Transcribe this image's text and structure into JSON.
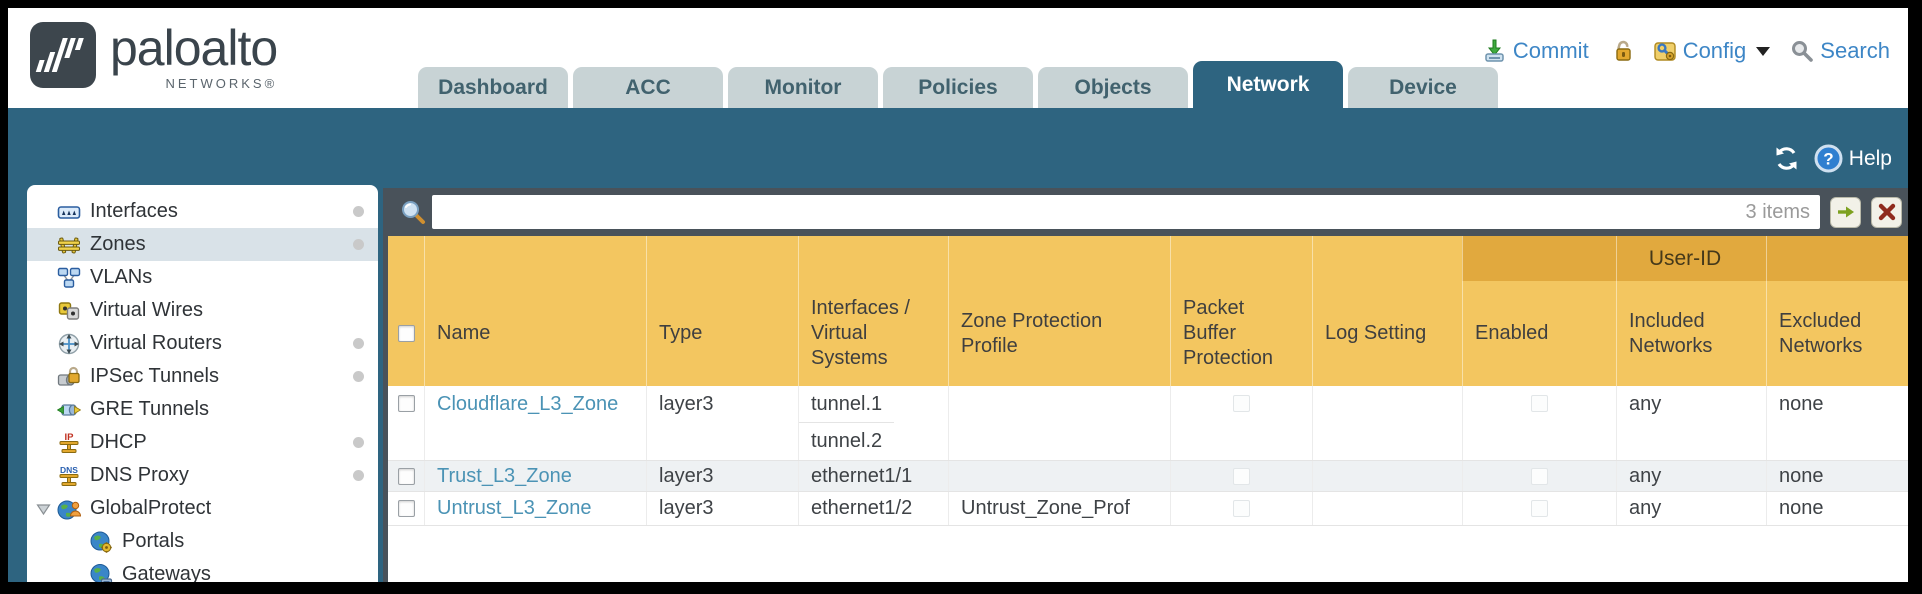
{
  "brand": {
    "name": "paloalto",
    "sub": "NETWORKS®"
  },
  "tabs": [
    {
      "label": "Dashboard",
      "active": false
    },
    {
      "label": "ACC",
      "active": false
    },
    {
      "label": "Monitor",
      "active": false
    },
    {
      "label": "Policies",
      "active": false
    },
    {
      "label": "Objects",
      "active": false
    },
    {
      "label": "Network",
      "active": true
    },
    {
      "label": "Device",
      "active": false
    }
  ],
  "header_actions": {
    "commit": "Commit",
    "config": "Config",
    "search": "Search"
  },
  "help": {
    "label": "Help"
  },
  "search_bar": {
    "value": "",
    "count": "3 items"
  },
  "sidebar": {
    "items": [
      {
        "label": "Interfaces",
        "dot": true,
        "selected": false,
        "child": false
      },
      {
        "label": "Zones",
        "dot": true,
        "selected": true,
        "child": false
      },
      {
        "label": "VLANs",
        "dot": false,
        "selected": false,
        "child": false
      },
      {
        "label": "Virtual Wires",
        "dot": false,
        "selected": false,
        "child": false
      },
      {
        "label": "Virtual Routers",
        "dot": true,
        "selected": false,
        "child": false
      },
      {
        "label": "IPSec Tunnels",
        "dot": true,
        "selected": false,
        "child": false
      },
      {
        "label": "GRE Tunnels",
        "dot": false,
        "selected": false,
        "child": false
      },
      {
        "label": "DHCP",
        "dot": true,
        "selected": false,
        "child": false
      },
      {
        "label": "DNS Proxy",
        "dot": true,
        "selected": false,
        "child": false
      },
      {
        "label": "GlobalProtect",
        "dot": false,
        "selected": false,
        "child": false,
        "expanded": true
      },
      {
        "label": "Portals",
        "dot": false,
        "selected": false,
        "child": true
      },
      {
        "label": "Gateways",
        "dot": false,
        "selected": false,
        "child": true
      }
    ]
  },
  "table": {
    "group_header": "User-ID",
    "columns": [
      "Name",
      "Type",
      "Interfaces / Virtual Systems",
      "Zone Protection Profile",
      "Packet Buffer Protection",
      "Log Setting",
      "Enabled",
      "Included Networks",
      "Excluded Networks"
    ],
    "rows": [
      {
        "name": "Cloudflare_L3_Zone",
        "type": "layer3",
        "interfaces": [
          "tunnel.1",
          "tunnel.2"
        ],
        "zone_protection_profile": "",
        "packet_buffer_protection": false,
        "log_setting": "",
        "user_id_enabled": false,
        "included_networks": "any",
        "excluded_networks": "none"
      },
      {
        "name": "Trust_L3_Zone",
        "type": "layer3",
        "interfaces": [
          "ethernet1/1"
        ],
        "zone_protection_profile": "",
        "packet_buffer_protection": false,
        "log_setting": "",
        "user_id_enabled": false,
        "included_networks": "any",
        "excluded_networks": "none"
      },
      {
        "name": "Untrust_L3_Zone",
        "type": "layer3",
        "interfaces": [
          "ethernet1/2"
        ],
        "zone_protection_profile": "Untrust_Zone_Prof",
        "packet_buffer_protection": false,
        "log_setting": "",
        "user_id_enabled": false,
        "included_networks": "any",
        "excluded_networks": "none"
      }
    ]
  },
  "colors": {
    "teal": "#2e6480",
    "slate": "#49525a",
    "header_orange": "#f3c660",
    "header_orange_dark": "#e1a93e",
    "link_blue": "#4b93b5",
    "action_blue": "#3d86c6",
    "tab_gray": "#c8d3d5",
    "selected_sidebar": "#d9e2e8"
  },
  "icons": {
    "commit-icon": "green down-arrow into tray",
    "lock-icon": "gold open padlock",
    "config-icon": "gold folder with blue wrench and gear",
    "search-icon": "gray magnifier",
    "refresh-icon": "white circular arrows",
    "help-icon": "blue circle question mark",
    "filter-apply-icon": "green right arrow",
    "filter-clear-icon": "red x"
  }
}
